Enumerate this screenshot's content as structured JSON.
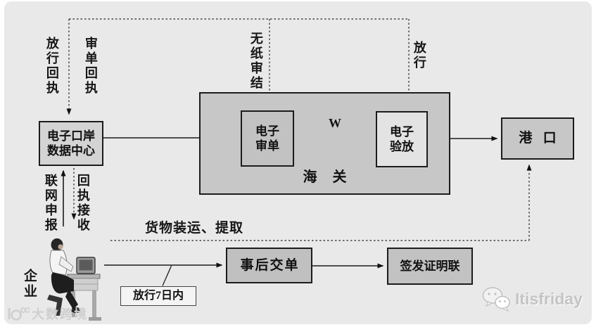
{
  "boxes": {
    "data_center": {
      "line1": "电子口岸",
      "line2": "数据中心"
    },
    "customs": {
      "label": "海关"
    },
    "review": {
      "line1": "电子",
      "line2": "审单"
    },
    "release": {
      "line1": "电子",
      "line2": "验放"
    },
    "port": {
      "label": "港口"
    },
    "after_docs": {
      "label": "事后交单"
    },
    "certificate": {
      "label": "签发证明联"
    },
    "within_7_days": {
      "label": "放行7日内"
    }
  },
  "labels": {
    "release_receipt": "放行回执",
    "review_receipt": "审单回执",
    "paperless_audit": "无纸审结",
    "release": "放行",
    "w_mark": "W",
    "online_declaration": "联网申报",
    "receipt_reception": "回执接收",
    "enterprise": "企业",
    "cargo": "货物装运、提取"
  },
  "watermarks": {
    "left_text": "大数跨境",
    "right_text": "Itisfriday"
  },
  "colors": {
    "page_background": "#e9e9e9",
    "customs_fill": "#c7c7c7",
    "data_center_fill": "#d4d4d4",
    "review_fill": "#c2c2c2",
    "release_fill": "#e3e3e3",
    "port_fill": "#c7c7c7",
    "after_docs_fill": "#c0c0c0",
    "certificate_fill": "#c2c2c2",
    "within_7_days_fill": "#f4f4f4",
    "line_color": "#1c1c1c",
    "watermark_gray": "#c9c9c9"
  }
}
